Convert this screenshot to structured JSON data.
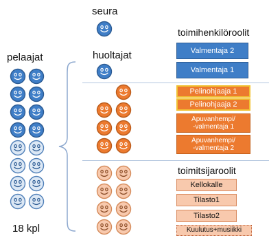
{
  "labels": {
    "seura": "seura",
    "pelaajat": "pelaajat",
    "huoltajat": "huoltajat",
    "count": "18 kpl",
    "toimihenkiloroolit": "toimihenkilöroolit",
    "toimitsijaroolit": "toimitsijaroolit"
  },
  "roles": {
    "valmentaja2": "Valmentaja 2",
    "valmentaja1": "Valmentaja 1",
    "pelinohjaaja1": "Pelinohjaaja 1",
    "pelinohjaaja2": "Pelinohjaaja 2",
    "apuvanhempi1": "Apuvanhempi/\n-valmentaja 1",
    "apuvanhempi2": "Apuvanhempi/\n-valmentaja 2",
    "kellokalle": "Kellokalle",
    "tilasto1": "Tilasto1",
    "tilasto2": "Tilasto2",
    "kuulutus": "Kuulutus+musiikki"
  },
  "colors": {
    "blue": "#3f7ec7",
    "orange": "#ec7a2f",
    "peach": "#f8c9ad",
    "light_blue": "#dce8f5",
    "gold_border": "#f1c232"
  },
  "icons": [
    "smiley-icon"
  ]
}
